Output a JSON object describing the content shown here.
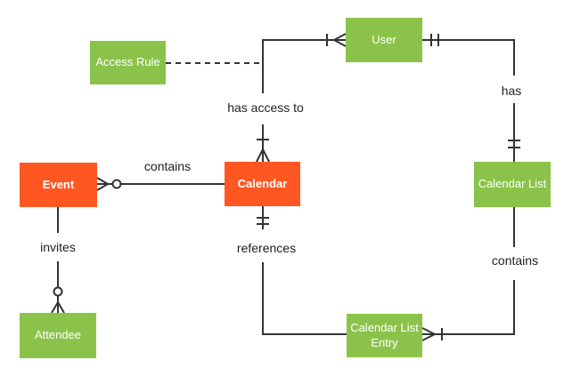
{
  "diagram": {
    "type": "entity-relationship",
    "entities": [
      {
        "label": "Access Rule",
        "color": "#8BC34A"
      },
      {
        "label": "User",
        "color": "#8BC34A"
      },
      {
        "label": "Event",
        "color": "#FF5722"
      },
      {
        "label": "Calendar",
        "color": "#FF5722"
      },
      {
        "label": "Calendar List",
        "color": "#8BC34A"
      },
      {
        "label": "Attendee",
        "color": "#8BC34A"
      },
      {
        "label": "Calendar List Entry",
        "color": "#8BC34A"
      }
    ],
    "relationships": [
      {
        "label": "contains",
        "from": "Event",
        "to": "Calendar",
        "style": "solid, zero-or-many at Event"
      },
      {
        "label": "has access to",
        "from": "User",
        "to": "Calendar",
        "style": "solid, one-or-many ticks at both ends"
      },
      {
        "label": "has",
        "from": "User",
        "to": "Calendar List",
        "style": "solid, exactly-one at both ends"
      },
      {
        "label": "contains",
        "from": "Calendar List",
        "to": "Calendar List Entry",
        "style": "solid, one-or-many at Calendar List Entry"
      },
      {
        "label": "references",
        "from": "Calendar",
        "to": "Calendar List Entry",
        "style": "solid, exactly-one at Calendar"
      },
      {
        "label": "invites",
        "from": "Event",
        "to": "Attendee",
        "style": "solid, zero-or-many at Attendee"
      }
    ],
    "colors": {
      "entity_green": "#8BC34A",
      "entity_orange": "#FF5722",
      "line": "#333333",
      "entity_text": "#FFFFFF",
      "label_text": "#212121",
      "background": "#FFFFFF"
    }
  }
}
